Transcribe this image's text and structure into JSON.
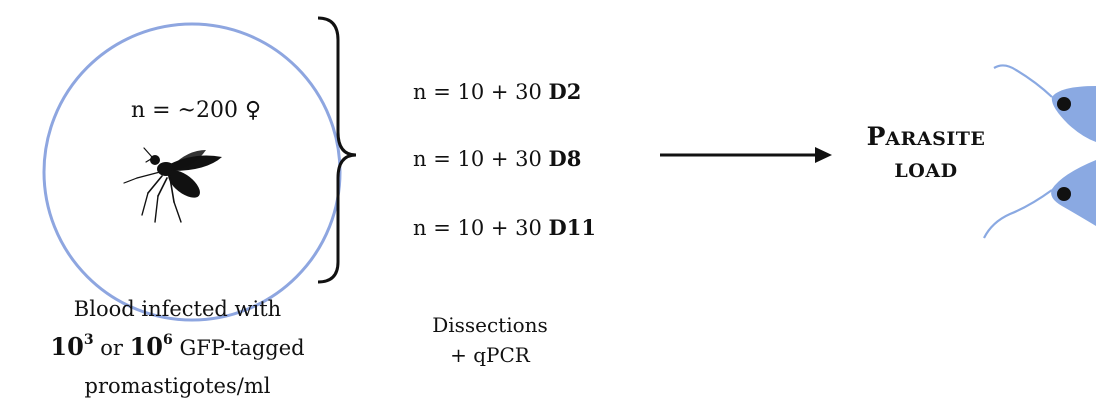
{
  "infection": {
    "sample_size": "n = ~200 ♀",
    "caption_line1": "Blood infected with",
    "dose_low": "10",
    "dose_low_exp": "3",
    "dose_connector": " or ",
    "dose_high": "10",
    "dose_high_exp": "6",
    "dose_suffix": " GFP-tagged",
    "caption_line3": "promastigotes/ml"
  },
  "groups": [
    {
      "prefix": "n = 10 + 30 ",
      "day": "D2"
    },
    {
      "prefix": "n = 10 + 30 ",
      "day": "D8"
    },
    {
      "prefix": "n = 10 + 30 ",
      "day": "D11"
    }
  ],
  "methods": {
    "line1": "Dissections",
    "line2": "+ qPCR"
  },
  "outcome": {
    "initial": "P",
    "rest": "ARASITE",
    "line2": "LOAD"
  },
  "colors": {
    "circle_stroke": "#8ea6e0",
    "parasite_fill": "#8aa9e2",
    "parasite_nucleus": "#111111",
    "ink": "#111111"
  },
  "icons": [
    "sandfly-icon",
    "promastigote-icon"
  ]
}
